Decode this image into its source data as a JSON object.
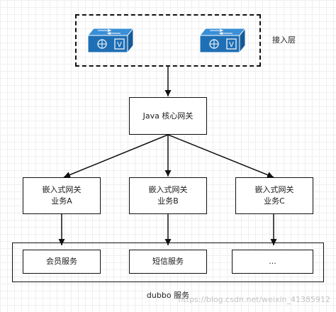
{
  "access_layer": {
    "label": "接入层",
    "switch_badge": "V"
  },
  "gateway": {
    "label": "Java 核心网关"
  },
  "embedded_gateways": [
    {
      "line1": "嵌入式网关",
      "line2": "业务A"
    },
    {
      "line1": "嵌入式网关",
      "line2": "业务B"
    },
    {
      "line1": "嵌入式网关",
      "line2": "业务C"
    }
  ],
  "services": [
    {
      "label": "会员服务"
    },
    {
      "label": "短信服务"
    },
    {
      "label": "..."
    }
  ],
  "dubbo": {
    "label": "dubbo 服务"
  },
  "watermark": {
    "text": "https://blog.csdn.net/weixin_41385912"
  },
  "colors": {
    "switch_fill": "#1f6fb5",
    "switch_top": "#3a8fd6",
    "border": "#111111"
  }
}
